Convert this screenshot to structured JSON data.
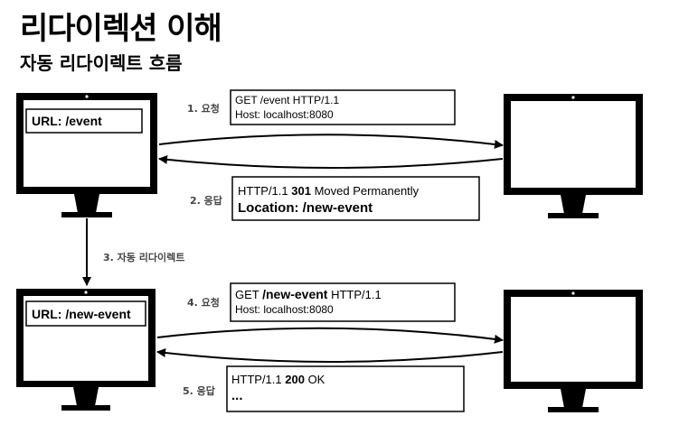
{
  "title": "리다이렉션 이해",
  "subtitle": "자동 리다이렉트 흐름",
  "steps": {
    "s1": "1. 요청",
    "s2": "2. 응답",
    "s3": "3. 자동 리다이렉트",
    "s4": "4. 요청",
    "s5": "5. 응답"
  },
  "client1": {
    "url": "URL: /event"
  },
  "client2": {
    "url": "URL: /new-event"
  },
  "req1": {
    "line1": "GET /event HTTP/1.1",
    "line2": "Host: localhost:8080"
  },
  "res1": {
    "line1_prefix": "HTTP/1.1 ",
    "status": "301",
    "reason": " Moved Permanently",
    "location": "Location: /new-event"
  },
  "req2": {
    "method": "GET ",
    "path": "/new-event",
    "version": " HTTP/1.1",
    "line2": "Host: localhost:8080"
  },
  "res2": {
    "line1_prefix": "HTTP/1.1 ",
    "status": "200",
    "reason": " OK",
    "ellipsis": "..."
  }
}
